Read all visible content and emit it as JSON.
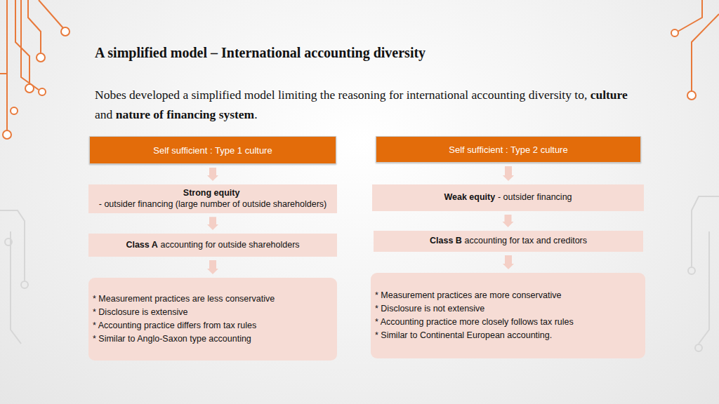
{
  "diagram": {
    "title": "A simplified model – International accounting diversity",
    "nodes": [
      {
        "text": [
          "Self sufficient : Type 1 culture"
        ]
      },
      {
        "text": [
          "Strong equity",
          "- outsider financing (large number of outside shareholders)"
        ]
      },
      {
        "text": [
          "Class A",
          "accounting for outside shareholders"
        ]
      },
      {
        "text": [
          "* Measurement practices are less conservative",
          "* Disclosure is extensive",
          "* Accounting practice differs from tax rules",
          "* Similar to Anglo-Saxon type accounting"
        ]
      },
      {
        "text": [
          "Self sufficient : Type 2 culture"
        ]
      },
      {
        "text": [
          "Weak equity",
          "- outsider financing"
        ]
      },
      {
        "text": [
          "Class B",
          "accounting for tax and creditors"
        ]
      },
      {
        "text": [
          "* Measurement practices are more conservative",
          "* Disclosure is not extensive",
          "* Accounting practice more closely follows tax rules",
          "* Similar to Continental European accounting."
        ]
      }
    ],
    "edges": [
      {
        "from": 0,
        "to": 1,
        "arrow": "to"
      },
      {
        "from": 1,
        "to": 2,
        "arrow": "to"
      },
      {
        "from": 2,
        "to": 3,
        "arrow": "to"
      },
      {
        "from": 4,
        "to": 5,
        "arrow": "to"
      },
      {
        "from": 5,
        "to": 6,
        "arrow": "to"
      },
      {
        "from": 6,
        "to": 7,
        "arrow": "to"
      }
    ],
    "labels": [
      "Nobes developed a simplified model limiting the reasoning for international accounting diversity to,",
      "culture",
      "and",
      "nature of financing system",
      "."
    ]
  }
}
